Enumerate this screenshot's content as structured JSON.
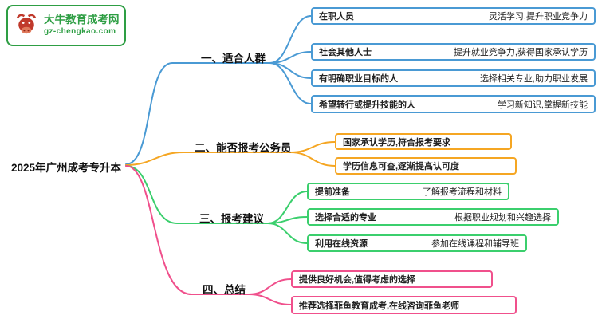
{
  "page": {
    "background": "#ffffff"
  },
  "logo": {
    "title": "大牛教育成考网",
    "url": "gz-chengkao.com",
    "icon": "bull-icon",
    "border_color": "#2e9e44",
    "text_color": "#2e9e44",
    "icon_color": "#c0392b"
  },
  "root": {
    "label": "2025年广州成考专升本",
    "color": "#111111"
  },
  "branches": [
    {
      "label": "一、适合人群",
      "color": "#4a9ad4",
      "items": [
        {
          "label": "在职人员",
          "desc": "灵活学习,提升职业竞争力"
        },
        {
          "label": "社会其他人士",
          "desc": "提升就业竞争力,获得国家承认学历"
        },
        {
          "label": "有明确职业目标的人",
          "desc": "选择相关专业,助力职业发展"
        },
        {
          "label": "希望转行或提升技能的人",
          "desc": "学习新知识,掌握新技能"
        }
      ]
    },
    {
      "label": "二、能否报考公务员",
      "color": "#f5a623",
      "items": [
        {
          "label": "国家承认学历,符合报考要求"
        },
        {
          "label": "学历信息可查,逐渐提高认可度"
        }
      ]
    },
    {
      "label": "三、报考建议",
      "color": "#3bcf6d",
      "items": [
        {
          "label": "提前准备",
          "desc": "了解报考流程和材料"
        },
        {
          "label": "选择合适的专业",
          "desc": "根据职业规划和兴趣选择"
        },
        {
          "label": "利用在线资源",
          "desc": "参加在线课程和辅导班"
        }
      ]
    },
    {
      "label": "四、总结",
      "color": "#f0508c",
      "items": [
        {
          "label": "提供良好机会,值得考虑的选择"
        },
        {
          "label": "推荐选择菲鱼教育成考,在线咨询菲鱼老师"
        }
      ]
    }
  ]
}
